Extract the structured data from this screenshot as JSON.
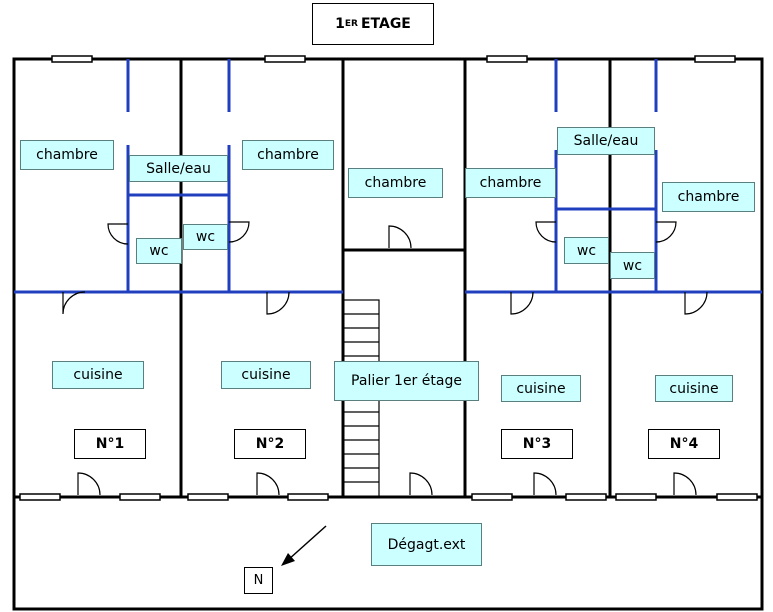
{
  "title": {
    "main": "1",
    "sup": "ER",
    "rest": "ETAGE"
  },
  "units": [
    {
      "label": "N°1",
      "kitchen": "cuisine",
      "bedroom": "chambre",
      "bath": "Salle/eau",
      "wc": "wc"
    },
    {
      "label": "N°2",
      "kitchen": "cuisine",
      "bedroom": "chambre",
      "wc": "wc"
    },
    {
      "label": "N°3",
      "kitchen": "cuisine",
      "bedroom": "chambre",
      "bath": "Salle/eau",
      "wc": "wc"
    },
    {
      "label": "N°4",
      "kitchen": "cuisine",
      "bedroom": "chambre",
      "wc": "wc"
    }
  ],
  "center": {
    "bedroom": "chambre",
    "landing": "Palier 1er étage"
  },
  "exterior": "Dégagt.ext",
  "north": "N",
  "colors": {
    "label_fill": "#ccffff",
    "partition": "#1f3fbf",
    "wall": "#000000"
  }
}
